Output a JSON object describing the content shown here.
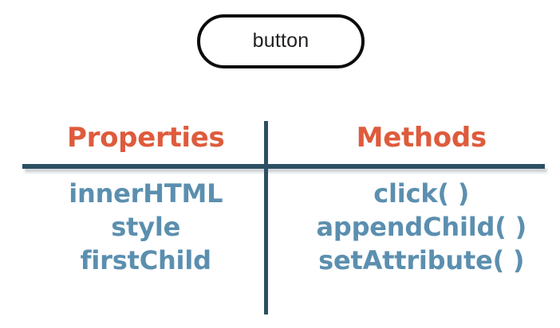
{
  "diagram": {
    "node": {
      "label": "button",
      "shape": "rounded-pill",
      "stroke_color": "#0b0b0b",
      "text_color": "#231f20"
    },
    "accent_colors": {
      "header_orange": "#DE5B3C",
      "item_blue": "#5B8FAF",
      "rule_slate": "#2D4F63",
      "background": "#ffffff"
    },
    "columns": [
      {
        "id": "properties",
        "header": "Properties",
        "items": [
          "innerHTML",
          "style",
          "firstChild"
        ]
      },
      {
        "id": "methods",
        "header": "Methods",
        "items": [
          "click( )",
          "appendChild( )",
          "setAttribute( )"
        ]
      }
    ]
  }
}
